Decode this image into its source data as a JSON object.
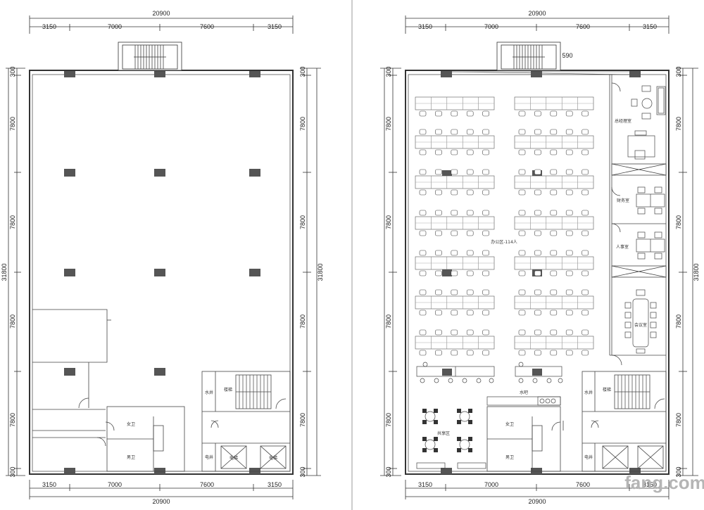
{
  "plans": {
    "left": {
      "dims_top": {
        "total": "20900",
        "segments": [
          "3150",
          "7000",
          "7600",
          "3150"
        ]
      },
      "dims_bottom": {
        "total": "20900",
        "segments": [
          "3150",
          "7000",
          "7600",
          "3150"
        ]
      },
      "dims_left": {
        "total": "31800",
        "segments": [
          "300",
          "7800",
          "7800",
          "7800",
          "7800",
          "300"
        ]
      },
      "dims_right": {
        "total": "31800",
        "segments": [
          "300",
          "7800",
          "7800",
          "7800",
          "7800",
          "300"
        ]
      },
      "rooms": {
        "stairs": "楼梯",
        "water_shaft": "水井",
        "electric_shaft": "电井",
        "female_wc": "女卫",
        "male_wc": "男卫",
        "elevator": "电梯"
      }
    },
    "right": {
      "dims_top": {
        "total": "20900",
        "segments": [
          "3150",
          "7000",
          "7600",
          "3150"
        ]
      },
      "dims_bottom": {
        "total": "20900",
        "segments": [
          "3150",
          "7000",
          "7600",
          "3150"
        ]
      },
      "dims_left": {
        "total": "31800",
        "segments": [
          "300",
          "7800",
          "7800",
          "7800",
          "7800",
          "300"
        ]
      },
      "dims_right": {
        "total": "31800",
        "segments": [
          "300",
          "7800",
          "7800",
          "7800",
          "7800",
          "300"
        ]
      },
      "extra_dim": "590",
      "rooms": {
        "office_area": "办公区-114人",
        "manager_room": "总经理室",
        "finance_room": "财务室",
        "hr_room": "人事室",
        "meeting_room": "会议室",
        "water_bar": "水吧",
        "shared_area": "共享区",
        "stairs": "楼梯",
        "water_shaft": "水井",
        "electric_shaft": "电井",
        "female_wc": "女卫",
        "male_wc": "男卫"
      }
    }
  },
  "watermark": "fang.com"
}
